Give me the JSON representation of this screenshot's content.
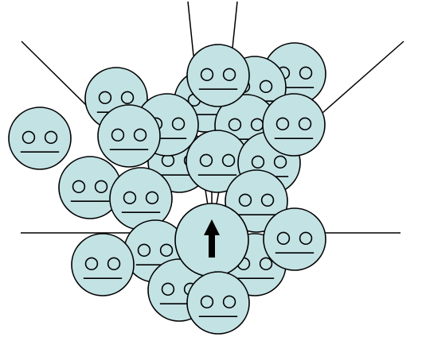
{
  "figure": {
    "background_color": "#ffffff",
    "line_color": "#000000",
    "face_fill_color": "#c3e2e4",
    "face_stroke_color": "#000000"
  },
  "central_figure": {
    "icon": "up-arrow-icon",
    "direction": "up"
  },
  "faces": {
    "icon": "neutral-face-icon",
    "count": 25,
    "expression": "neutral"
  }
}
